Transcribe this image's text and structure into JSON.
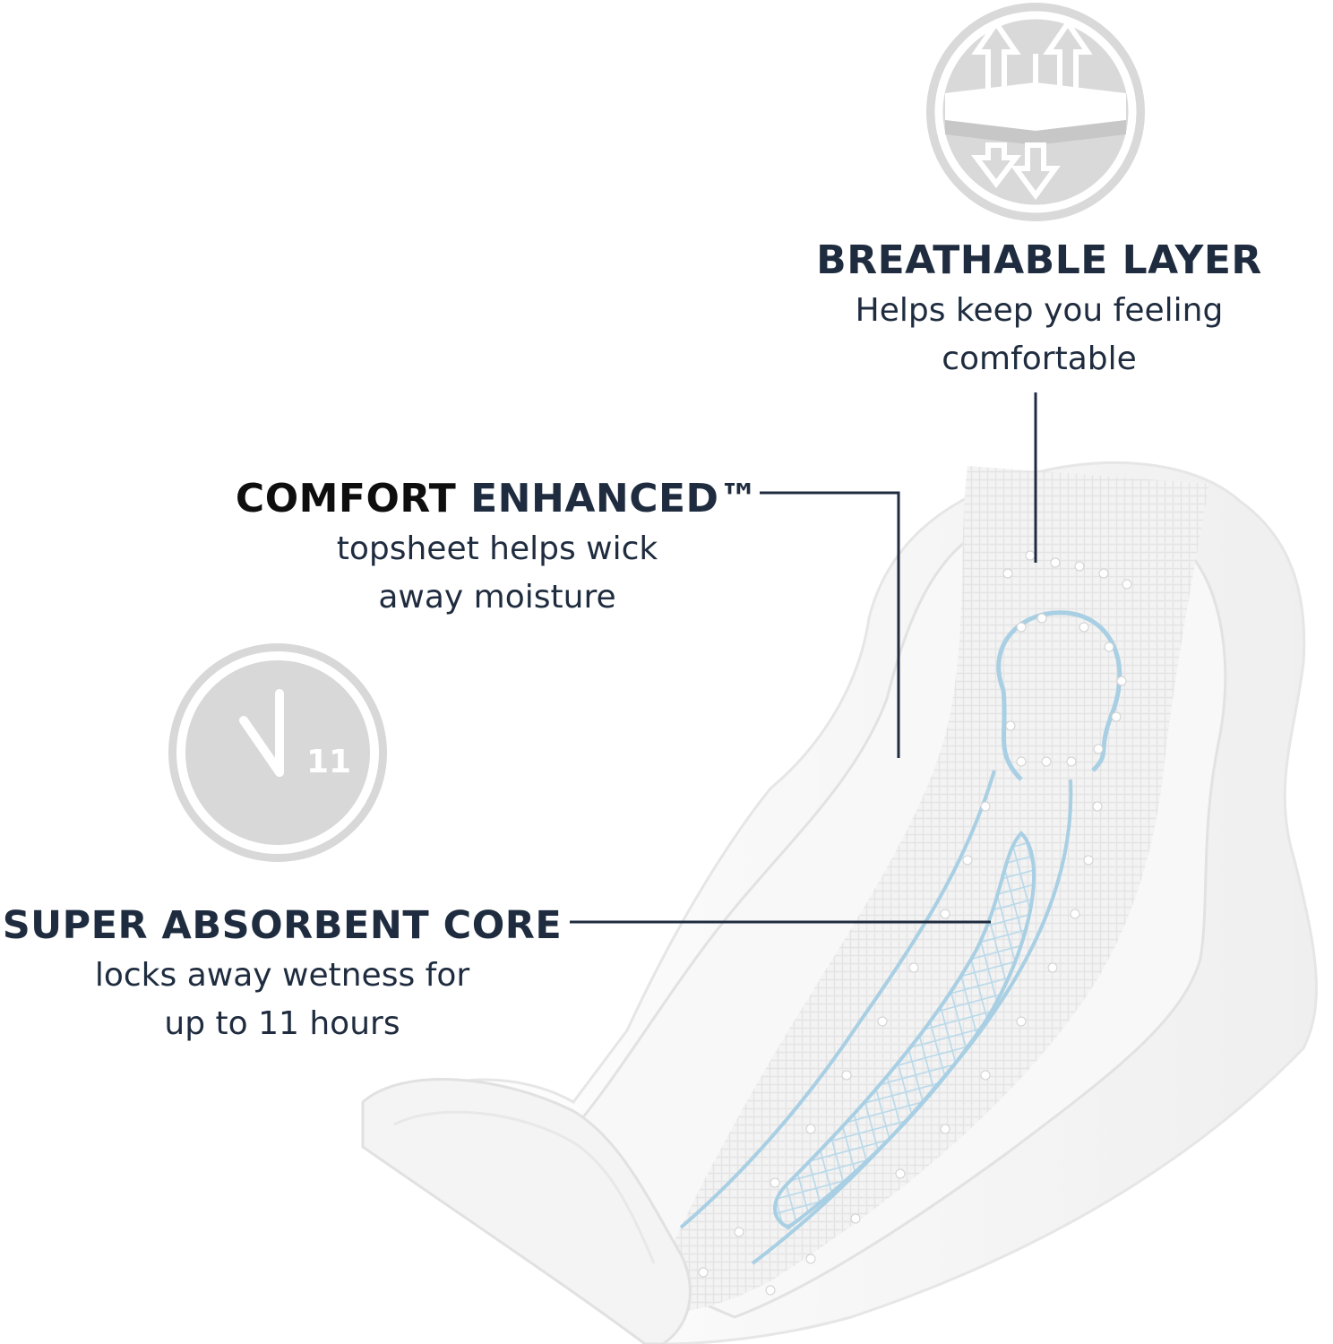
{
  "breathable": {
    "title": "BREATHABLE LAYER",
    "line1": "Helps keep you feeling",
    "line2": "comfortable",
    "icon": "breathable-layer-arrows-icon"
  },
  "comfort": {
    "title_part1": "COMFORT",
    "title_part2": "ENHANCED™",
    "line1": "topsheet helps wick",
    "line2": "away moisture"
  },
  "absorbent": {
    "title": "SUPER ABSORBENT CORE",
    "line1": "locks away wetness for",
    "line2": "up to 11 hours",
    "icon": "clock-11-hours-icon",
    "icon_number": "11"
  },
  "colors": {
    "text": "#1f2c3f",
    "icon_gray": "#d6d6d6",
    "pad_blue": "#a8cfe3"
  }
}
